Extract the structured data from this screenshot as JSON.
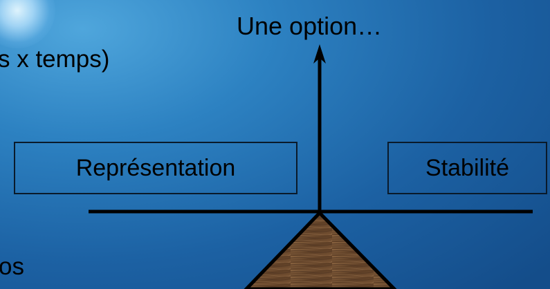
{
  "fragments": {
    "top": "s x temps)",
    "bottom": "os"
  },
  "axis_label": "Une option…",
  "boxes": {
    "left": "Représentation",
    "right": "Stabilité"
  },
  "colors": {
    "background": "#2d82c2",
    "lines": "#000000",
    "fulcrum_wood": "#6b4a2e"
  }
}
